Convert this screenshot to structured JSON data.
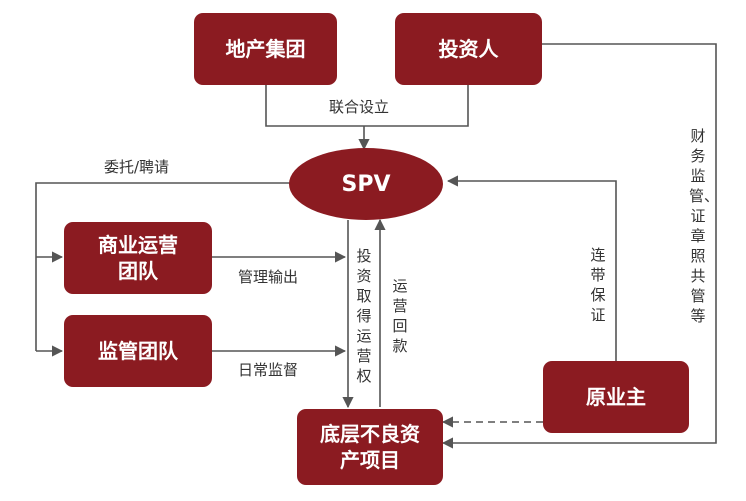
{
  "colors": {
    "box": "#8b1b21",
    "line": "#555555",
    "text": "#333333"
  },
  "nodes": {
    "land_group": "地产集团",
    "investor": "投资人",
    "spv": "SPV",
    "commercial_team": "商业运营团队",
    "supervision_team": "监管团队",
    "original_owner": "原业主",
    "bad_asset": "底层不良资产项目"
  },
  "edges": {
    "joint_setup": "联合设立",
    "entrust": "委托/聘请",
    "mgmt_output": "管理输出",
    "daily_supervision": "日常监督",
    "invest_rights": "投资取得运营权",
    "operation_return": "运营回款",
    "joint_guarantee": "连带保证",
    "finance_supervision": "财务监管、证章照共管等"
  }
}
